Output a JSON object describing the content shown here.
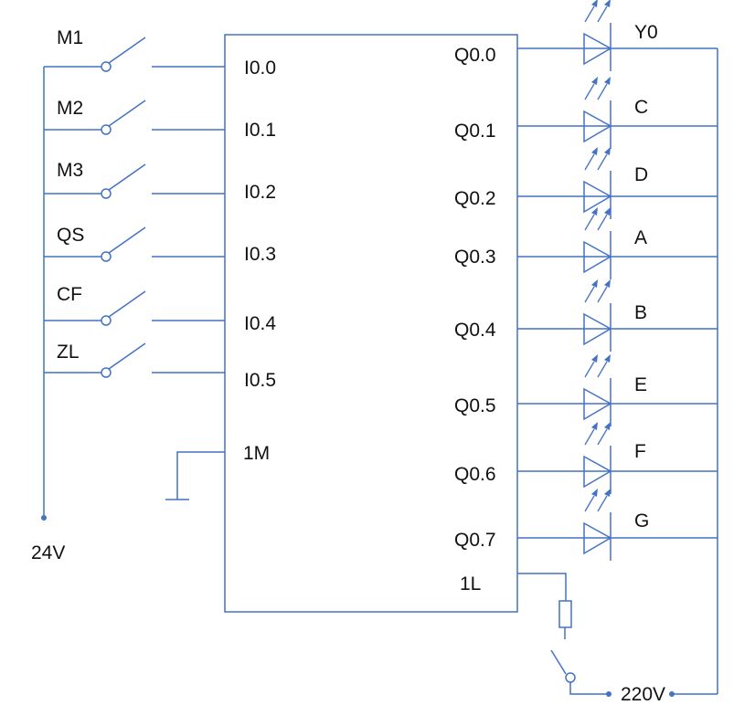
{
  "wire_color": "#4472c4",
  "supply_left": "24V",
  "supply_right": "220V",
  "inputs": [
    {
      "switch": "M1",
      "terminal": "I0.0"
    },
    {
      "switch": "M2",
      "terminal": "I0.1"
    },
    {
      "switch": "M3",
      "terminal": "I0.2"
    },
    {
      "switch": "QS",
      "terminal": "I0.3"
    },
    {
      "switch": "CF",
      "terminal": "I0.4"
    },
    {
      "switch": "ZL",
      "terminal": "I0.5"
    }
  ],
  "common_input": "1M",
  "outputs": [
    {
      "terminal": "Q0.0",
      "led": "Y0"
    },
    {
      "terminal": "Q0.1",
      "led": "C"
    },
    {
      "terminal": "Q0.2",
      "led": "D"
    },
    {
      "terminal": "Q0.3",
      "led": "A"
    },
    {
      "terminal": "Q0.4",
      "led": "B"
    },
    {
      "terminal": "Q0.5",
      "led": "E"
    },
    {
      "terminal": "Q0.6",
      "led": "F"
    },
    {
      "terminal": "Q0.7",
      "led": "G"
    }
  ],
  "common_output": "1L"
}
